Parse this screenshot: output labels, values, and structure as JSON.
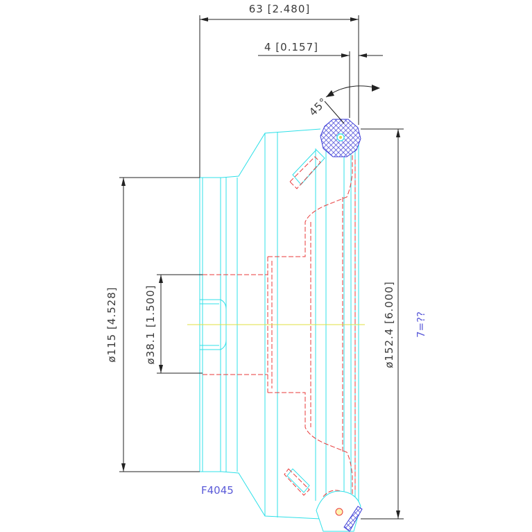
{
  "dimensions": {
    "overall_length": "63 [2.480]",
    "lip": "4 [0.157]",
    "angle": "45°",
    "dia_115": "ø115 [4.528]",
    "dia_38": "ø38.1 [1.500]",
    "dia_152": "ø152.4 [6.000]"
  },
  "labels": {
    "part_number": "F4045",
    "handwritten_note": "7=??"
  },
  "colors": {
    "outline": "#2fe0e8",
    "hidden": "#e83a3a",
    "dimension": "#222222",
    "centerline": "#e0e040",
    "hatch": "#3b3bd6",
    "note": "#5a5ad8"
  }
}
